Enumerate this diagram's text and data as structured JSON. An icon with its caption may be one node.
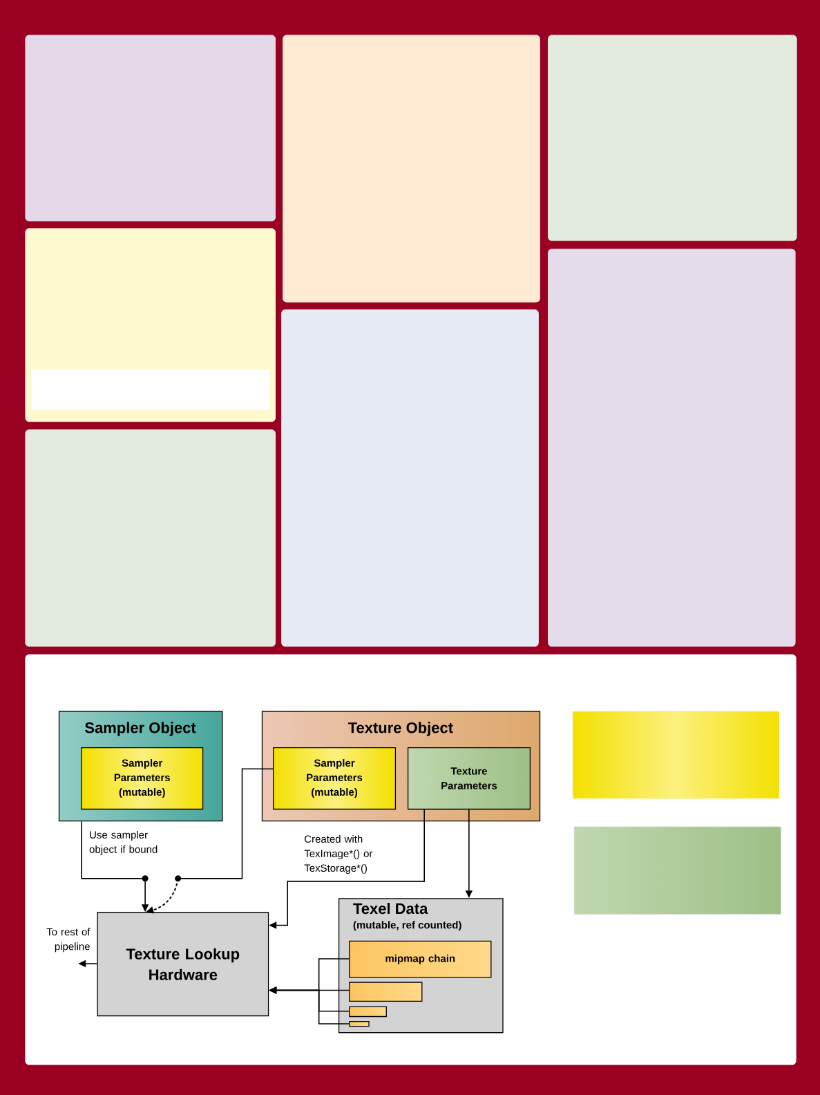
{
  "diagram": {
    "nodes": [
      {
        "text": [
          "Sampler Object"
        ]
      },
      {
        "text": [
          "Sampler Parameters (mutable)"
        ],
        "in": 0
      },
      {
        "text": [
          "Texture Object"
        ]
      },
      {
        "text": [
          "Sampler Parameters (mutable)"
        ],
        "in": 2
      },
      {
        "text": [
          "Texture Parameters"
        ],
        "in": 2
      },
      {
        "text": [
          "Texture Lookup Hardware"
        ]
      },
      {
        "text": [
          "Texel Data",
          "(mutable, ref counted)"
        ]
      },
      {
        "text": [
          "mipmap chain"
        ],
        "in": 6
      },
      {
        "text": [],
        "shape": "bar",
        "in": 6
      },
      {
        "text": [],
        "shape": "bar",
        "in": 6
      },
      {
        "text": [],
        "shape": "bar",
        "in": 6
      }
    ],
    "edges": [
      {
        "from": 0,
        "to": 5,
        "arrow": "to",
        "label": "Use sampler object if bound"
      },
      {
        "from": 3,
        "to": 5,
        "arrow": "to"
      },
      {
        "from": 4,
        "to": 5,
        "arrow": "to",
        "label": "Created with TexImage*() or TexStorage*()"
      },
      {
        "from": 4,
        "to": 6,
        "arrow": "to"
      },
      {
        "from": 7,
        "to": 5,
        "arrow": "to"
      },
      {
        "from": 8,
        "to": 5,
        "arrow": "to"
      },
      {
        "from": 9,
        "to": 5,
        "arrow": "to"
      },
      {
        "from": 10,
        "to": 5,
        "arrow": "to"
      },
      {
        "from": 5,
        "to": null,
        "arrow": "to",
        "label": "To rest of pipeline"
      }
    ]
  }
}
